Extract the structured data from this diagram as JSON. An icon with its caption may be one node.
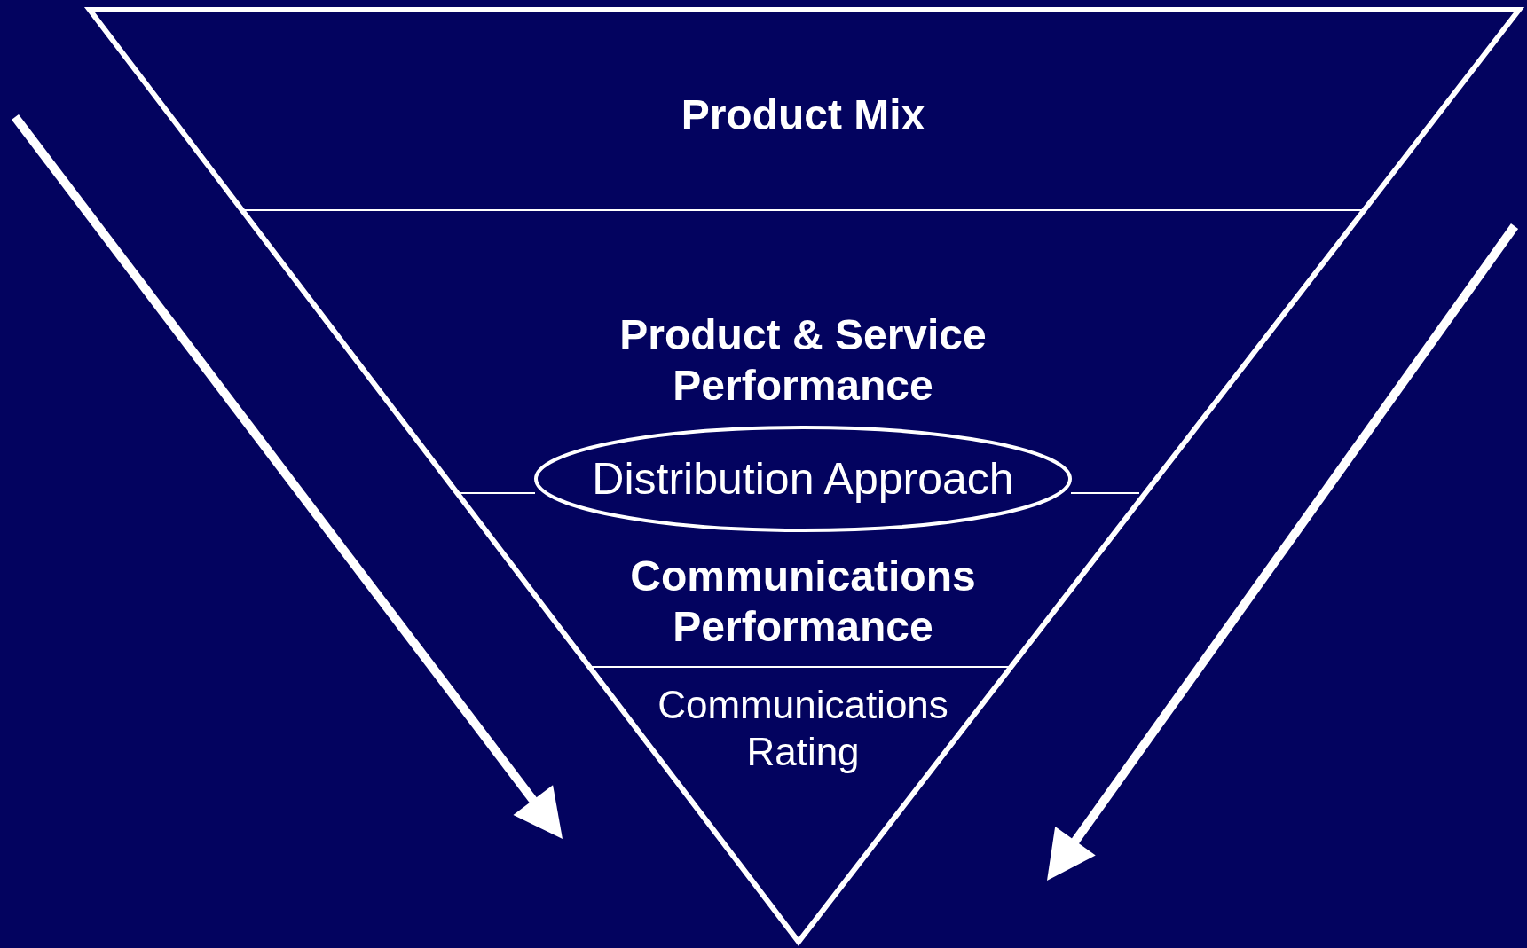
{
  "diagram": {
    "nodes": [
      {
        "text": [
          "Product Mix"
        ]
      },
      {
        "text": [
          "Product & Service Performance"
        ]
      },
      {
        "text": [
          "Communications Performance"
        ]
      },
      {
        "text": [
          "Communications Rating"
        ]
      },
      {
        "text": [
          "Distribution Approach"
        ]
      }
    ]
  }
}
